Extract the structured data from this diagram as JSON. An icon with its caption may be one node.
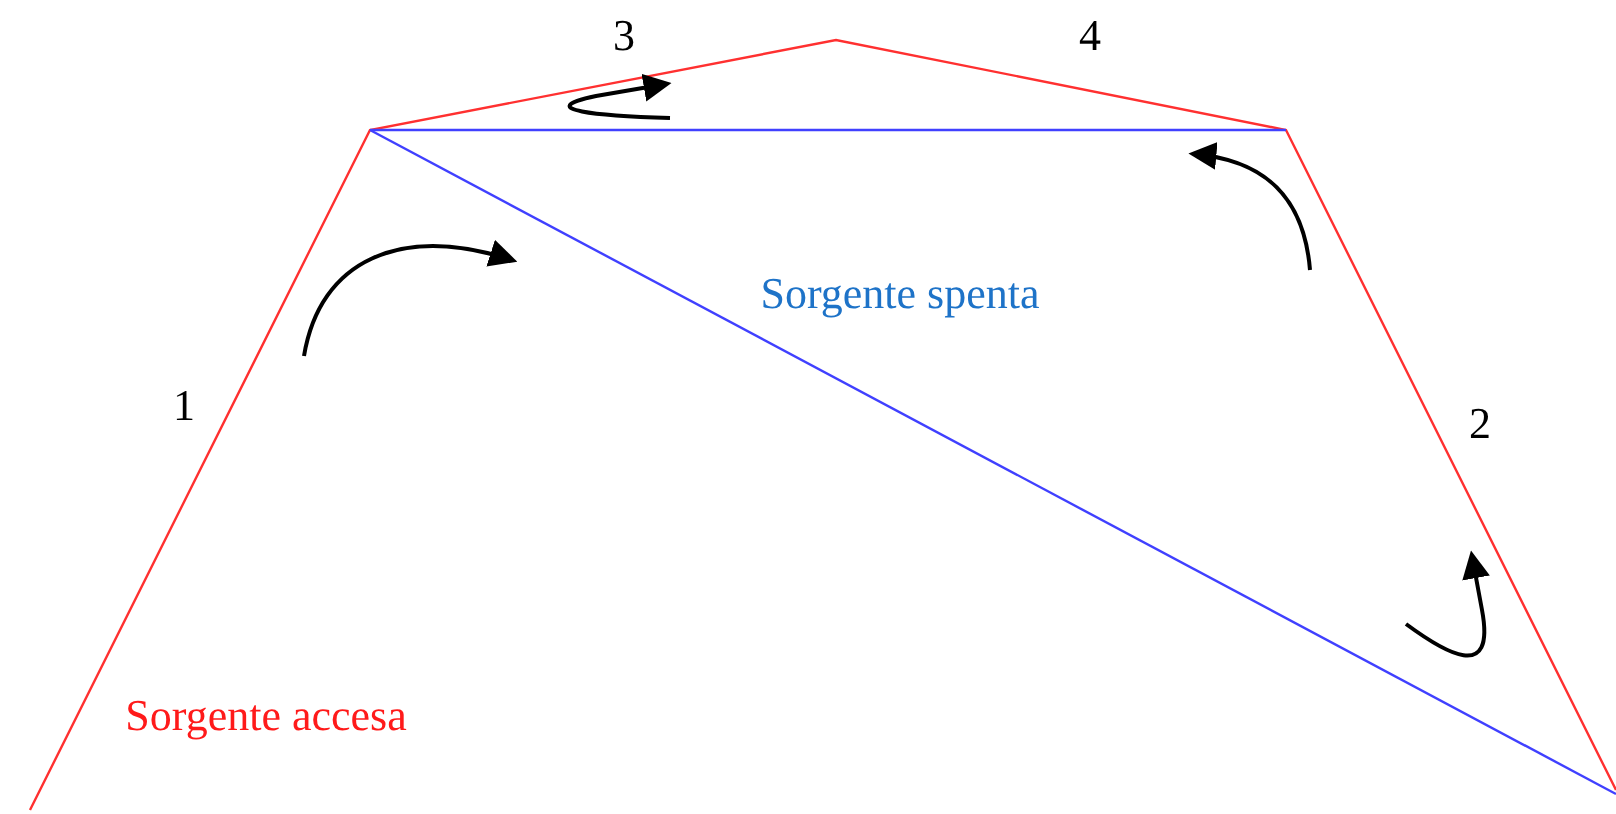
{
  "diagram": {
    "labels": [
      "3",
      "4",
      "Sorgente spenta",
      "1",
      "2",
      "Sorgente accesa"
    ]
  }
}
